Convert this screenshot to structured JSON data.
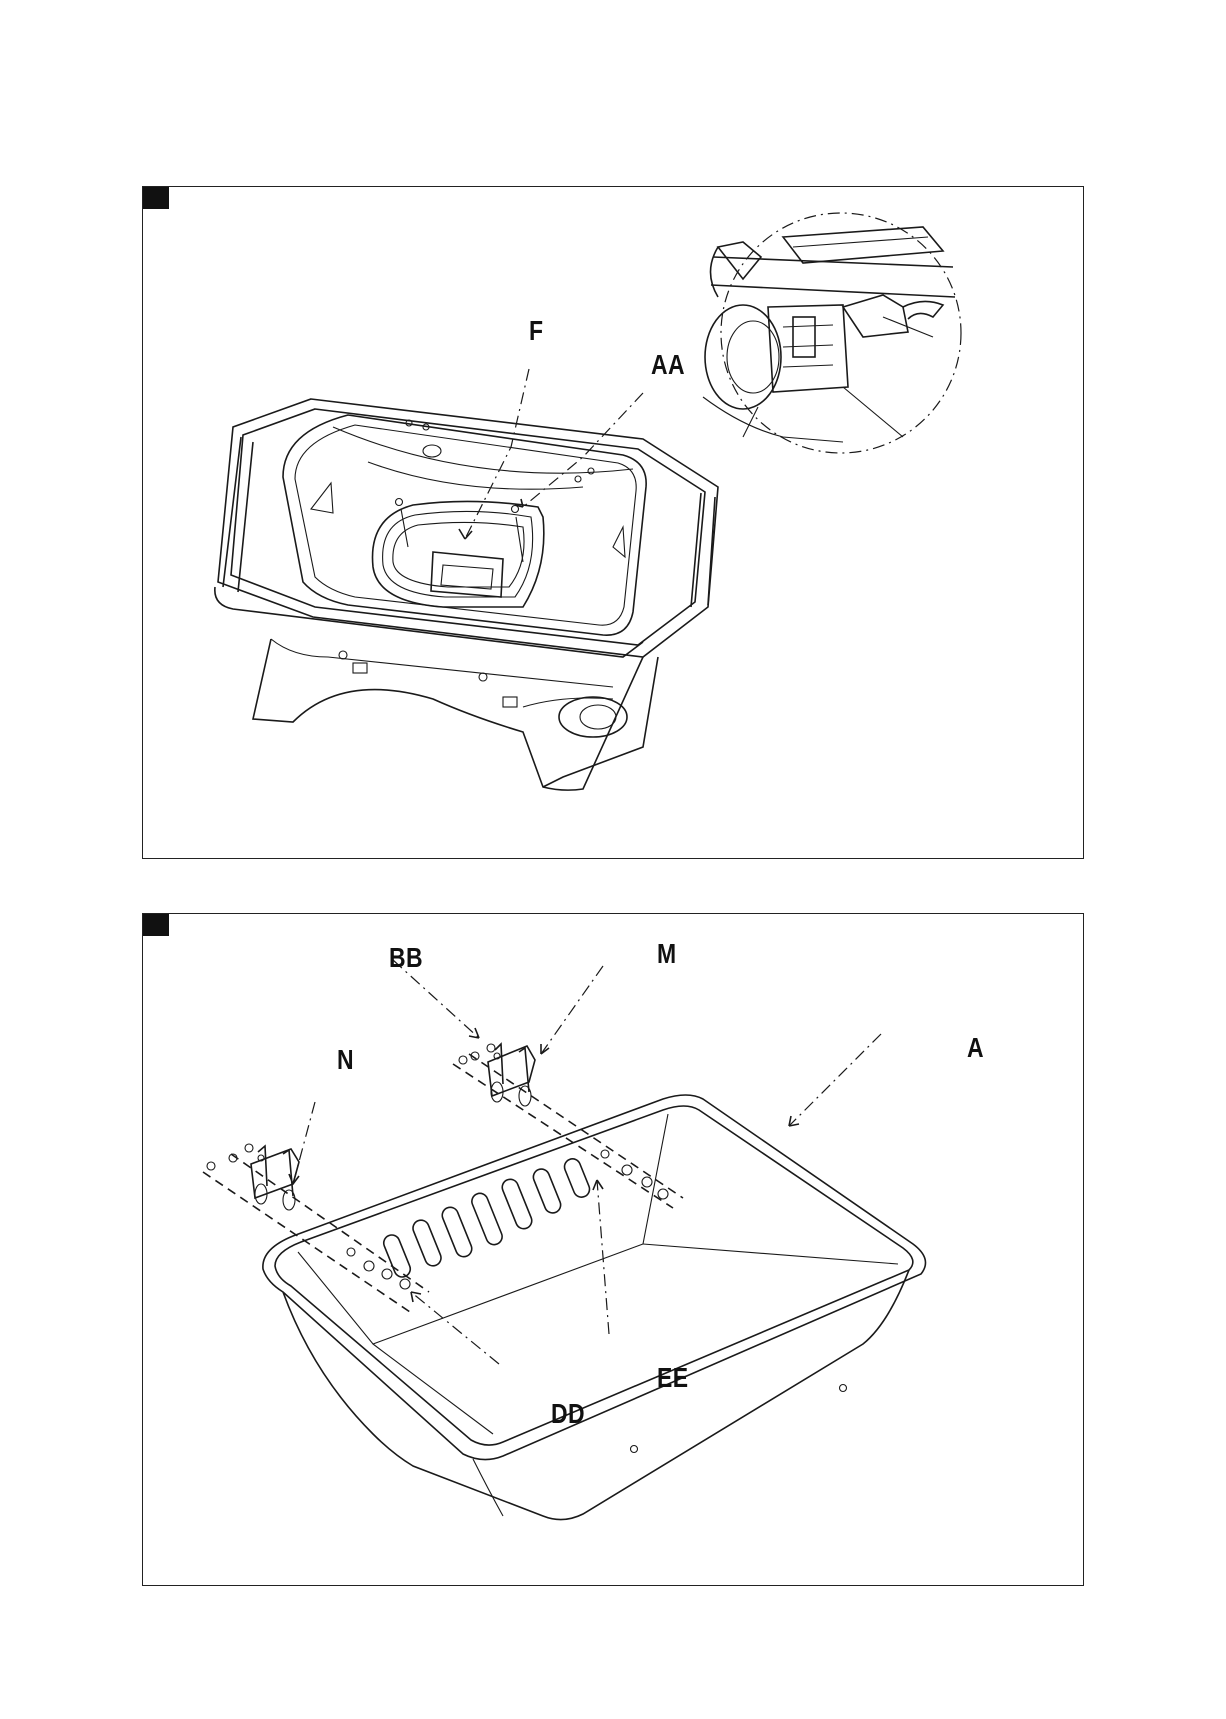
{
  "figure_top": {
    "labels": {
      "f": "F",
      "aa": "AA"
    }
  },
  "figure_bottom": {
    "labels": {
      "bb": "BB",
      "m": "M",
      "n": "N",
      "a": "A",
      "dd": "DD",
      "ee": "EE"
    }
  }
}
